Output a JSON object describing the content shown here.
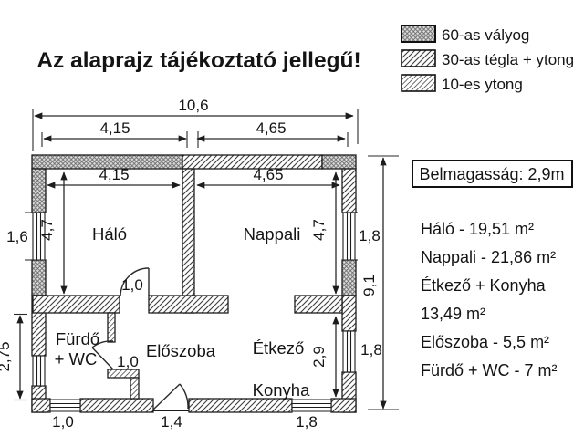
{
  "title": "Az alaprajz tájékoztató jellegű!",
  "legend": {
    "items": [
      {
        "label": "60-as vályog",
        "pattern": "crosshatch-60"
      },
      {
        "label": "30-as tégla + ytong",
        "pattern": "diagonal-30"
      },
      {
        "label": "10-es ytong",
        "pattern": "diagonal-10"
      }
    ]
  },
  "info": {
    "ceiling_height": "Belmagasság: 2,9m",
    "room_areas": [
      "Háló - 19,51 m²",
      "Nappali - 21,86 m²",
      "Étkező + Konyha",
      "13,49 m²",
      "Előszoba - 5,5 m²",
      "Fürdő + WC - 7 m²"
    ]
  },
  "plan": {
    "rooms": {
      "halo": "Háló",
      "nappali": "Nappali",
      "furdo_line1": "Fürdő",
      "furdo_line2": "+ WC",
      "eloszoba": "Előszoba",
      "etkezo": "Étkező",
      "konyha": "Konyha"
    },
    "dims": {
      "total_width": "10,6",
      "halo_width_outer": "4,15",
      "nappali_width_outer": "4,65",
      "halo_width_inner": "4,15",
      "nappali_width_inner": "4,65",
      "halo_height": "4,7",
      "nappali_height": "4,7",
      "etkezo_height": "2,9",
      "total_height": "9,1",
      "left_window_width": "1,6",
      "right_window_top": "1,8",
      "right_window_bottom": "1,8",
      "furdo_height": "2,75",
      "bottom_window_left": "1,0",
      "entry_door_width": "1,4",
      "bottom_window_right": "1,8",
      "halo_door_width": "1,0",
      "furdo_door_width": "1,0"
    }
  }
}
